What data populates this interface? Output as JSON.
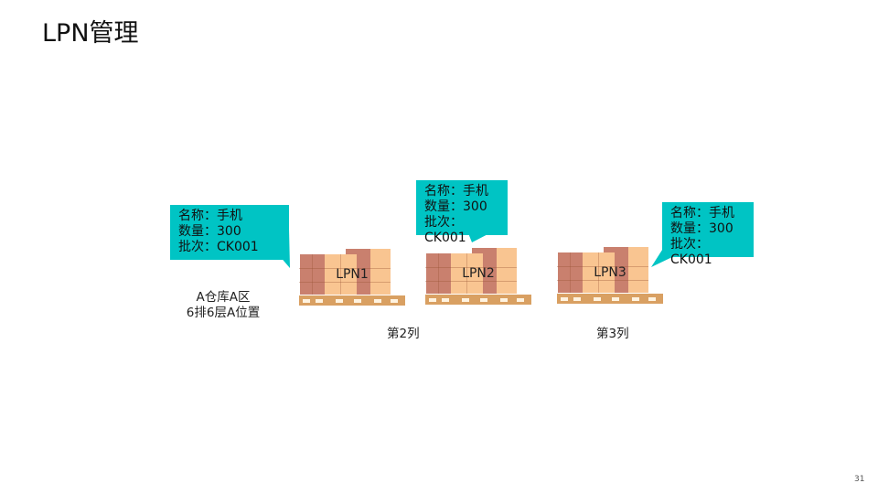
{
  "title": "LPN管理",
  "callouts": [
    {
      "name_line": "名称：手机",
      "qty_line": "数量：300",
      "batch_line": "批次：CK001"
    },
    {
      "name_line": "名称：手机",
      "qty_line": "数量：300",
      "batch_line": "批次：CK001"
    },
    {
      "name_line": "名称：手机",
      "qty_line": "数量：300",
      "batch_line": "批次：CK001"
    }
  ],
  "pallets": [
    {
      "label": "LPN1"
    },
    {
      "label": "LPN2"
    },
    {
      "label": "LPN3"
    }
  ],
  "location": {
    "line1": "A仓库A区",
    "line2": "6排6层A位置"
  },
  "columns": [
    "第2列",
    "第3列"
  ],
  "page_number": "31",
  "colors": {
    "callout": "#00c4c4",
    "box_brown": "#c9806e",
    "box_peach": "#f9c591"
  }
}
